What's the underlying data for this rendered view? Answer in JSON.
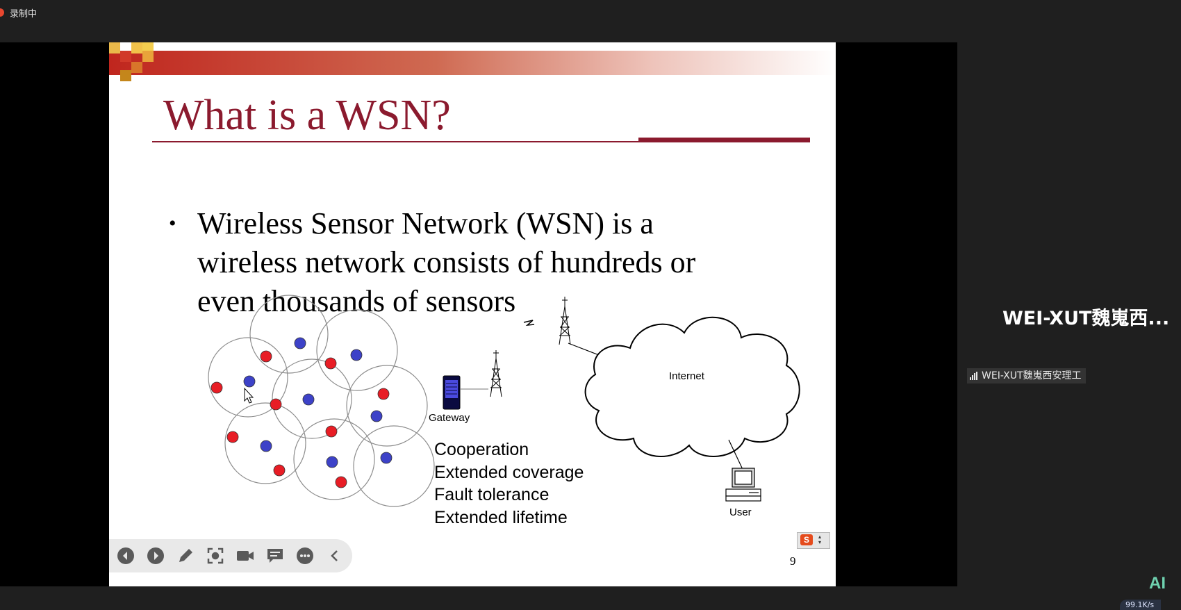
{
  "recording": {
    "label": "录制中",
    "color": "#e8472f"
  },
  "slide": {
    "title": "What is a WSN?",
    "title_color": "#8b1a2e",
    "bullet": "Wireless Sensor Network (WSN) is a wireless network consists of hundreds or even thousands of sensors",
    "features": [
      "Cooperation",
      "Extended coverage",
      "Fault tolerance",
      "Extended lifetime"
    ],
    "diagram": {
      "gateway_label": "Gateway",
      "internet_label": "Internet",
      "user_label": "User"
    },
    "page_number": "9",
    "node_colors": {
      "sensor": "#3d42c8",
      "boundary": "#e81d25"
    }
  },
  "ime": {
    "glyph": "S"
  },
  "toolbar": {
    "buttons": [
      {
        "name": "previous-slide-button",
        "icon": "arrow-left-circle-icon"
      },
      {
        "name": "next-slide-button",
        "icon": "arrow-right-circle-icon"
      },
      {
        "name": "pen-button",
        "icon": "pen-icon"
      },
      {
        "name": "zoom-button",
        "icon": "zoom-frame-icon"
      },
      {
        "name": "camera-button",
        "icon": "camera-icon"
      },
      {
        "name": "comment-button",
        "icon": "comment-icon"
      },
      {
        "name": "more-button",
        "icon": "more-dots-icon"
      },
      {
        "name": "collapse-button",
        "icon": "chevron-left-icon"
      }
    ]
  },
  "participant": {
    "name": "WEI-XUT魏嵬西...",
    "tag": "WEI-XUT魏嵬西安理工"
  },
  "corner": {
    "ai_label": "AI",
    "net_speed": "99.1K/s"
  }
}
